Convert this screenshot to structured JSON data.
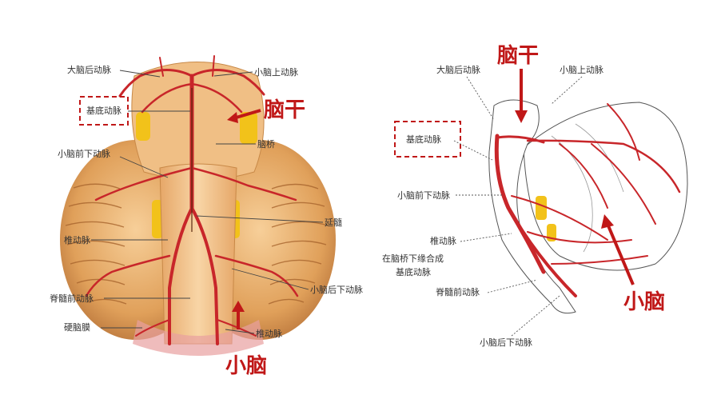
{
  "left_panel": {
    "labels": {
      "pca": "大脑后动脉",
      "sca": "小脑上动脉",
      "basilar": "基底动脉",
      "aica": "小脑前下动脉",
      "pons": "脑桥",
      "medulla": "延髓",
      "vertebral": "椎动脉",
      "pica": "小脑后下动脉",
      "anterior_spinal": "脊髓前动脉",
      "dura": "硬脑膜",
      "vertebral_bottom": "椎动脉"
    },
    "callouts": {
      "brainstem": "脑干",
      "cerebellum": "小脑"
    }
  },
  "right_panel": {
    "labels": {
      "pca": "大脑后动脉",
      "sca": "小脑上动脉",
      "basilar": "基底动脉",
      "aica": "小脑前下动脉",
      "vertebral": "椎动脉",
      "basilar_note_line1": "在脑桥下缘合成",
      "basilar_note_line2": "基底动脉",
      "anterior_spinal": "脊髓前动脉",
      "pica": "小脑后下动脉"
    },
    "callouts": {
      "brainstem": "脑干",
      "cerebellum": "小脑"
    }
  },
  "colors": {
    "accent_red": "#c01818",
    "artery": "#c8262a",
    "tissue": "#e8a860",
    "tissue_light": "#f5cc95",
    "fat_yellow": "#f2c21a"
  }
}
